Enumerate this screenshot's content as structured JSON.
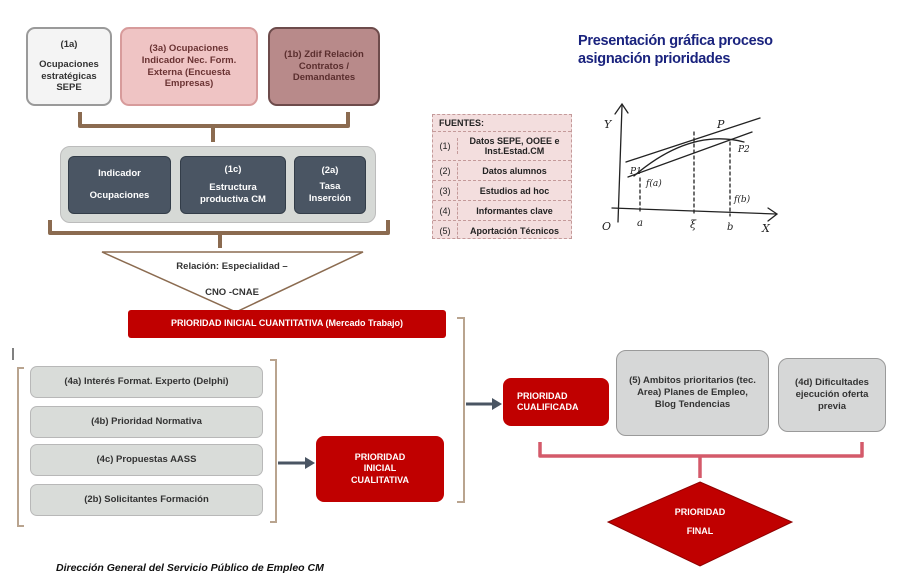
{
  "title": {
    "line1": "Presentación gráfica proceso",
    "line2": "asignación prioridades"
  },
  "top_row": {
    "box_1a": {
      "code": "(1a)",
      "label": "Ocupaciones estratégicas SEPE"
    },
    "box_3a": {
      "label": "(3a) Ocupaciones Indicador Nec. Form. Externa (Encuesta Empresas)"
    },
    "box_1b": {
      "label": "(1b) Zdif Relación Contratos / Demandantes"
    }
  },
  "middle_row": {
    "indicador": {
      "line1": "Indicador",
      "line2": "Ocupaciones"
    },
    "estructura": {
      "code": "(1c)",
      "label": "Estructura productiva CM"
    },
    "tasa": {
      "code": "(2a)",
      "label": "Tasa Inserción"
    }
  },
  "funnel": {
    "line1": "Relación: Especialidad –",
    "line2": "CNO -CNAE"
  },
  "fuentes": {
    "header": "FUENTES:",
    "rows": [
      {
        "num": "(1)",
        "label": "Datos SEPE, OOEE e Inst.Estad.CM"
      },
      {
        "num": "(2)",
        "label": "Datos alumnos"
      },
      {
        "num": "(3)",
        "label": "Estudios ad hoc"
      },
      {
        "num": "(4)",
        "label": "Informantes clave"
      },
      {
        "num": "(5)",
        "label": "Aportación Técnicos"
      }
    ]
  },
  "graph": {
    "y_axis": "Y",
    "x_axis": "X",
    "origin": "O",
    "label_p1": "P1",
    "label_p2": "P2",
    "label_p": "P",
    "label_fa": "f(a)",
    "label_fb": "f(b)",
    "label_a": "a",
    "label_xi": "ξ",
    "label_b": "b"
  },
  "prioridad_cuantitativa": "PRIORIDAD INICIAL CUANTITATIVA (Mercado Trabajo)",
  "left_items": [
    "(4a) Interés Format. Experto (Delphi)",
    "(4b) Prioridad Normativa",
    "(4c) Propuestas AASS",
    "(2b) Solicitantes Formación"
  ],
  "prioridad_cualitativa": "PRIORIDAD INICIAL CUALITATIVA",
  "prioridad_cualificada": "PRIORIDAD CUALIFICADA",
  "ambitos": "(5) Ambitos prioritarios (tec. Area) Planes de Empleo, Blog Tendencias",
  "dificultades": "(4d) Dificultades ejecución oferta previa",
  "prioridad_final": {
    "line1": "PRIORIDAD",
    "line2": "FINAL"
  },
  "footer": "Dirección General del Servicio Público de Empleo CM",
  "colors": {
    "red": "#c00000",
    "dark_box": "#4a5563",
    "bracket_brown": "#8b6b50",
    "bracket_red": "#d45a6a",
    "title_blue": "#1a237e"
  }
}
